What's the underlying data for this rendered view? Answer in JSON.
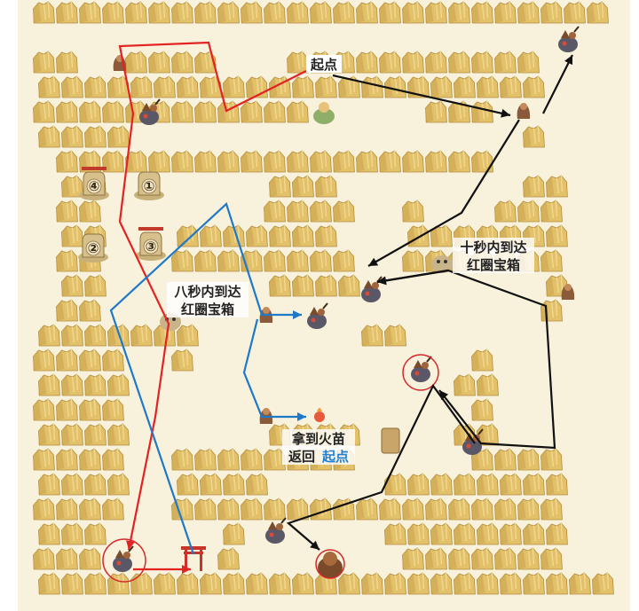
{
  "labels": {
    "start": "起点",
    "ten_seconds_line1": "十秒内到达",
    "ten_seconds_line2": "红圈宝箱",
    "eight_seconds_line1": "八秒内到达",
    "eight_seconds_line2": "红圈宝箱",
    "fire_line1": "拿到火苗",
    "fire_line2_prefix": "返回",
    "fire_line2_highlight": "起点"
  },
  "statues": [
    "①",
    "②",
    "③",
    "④"
  ],
  "colors": {
    "rock": "#e3c06a",
    "rock_shade": "#c9a24c",
    "rock_light": "#f1d88f",
    "background": "#f8f1dc",
    "path_red": "#e32222",
    "path_blue": "#1f78c8",
    "path_black": "#111111",
    "circle": "#d62828"
  },
  "icons": [
    "rock-pillar-icon",
    "statue-icon",
    "chest-icon",
    "enemy-creature-icon",
    "torii-gate-icon",
    "fire-spirit-icon",
    "goal-creature-icon"
  ]
}
